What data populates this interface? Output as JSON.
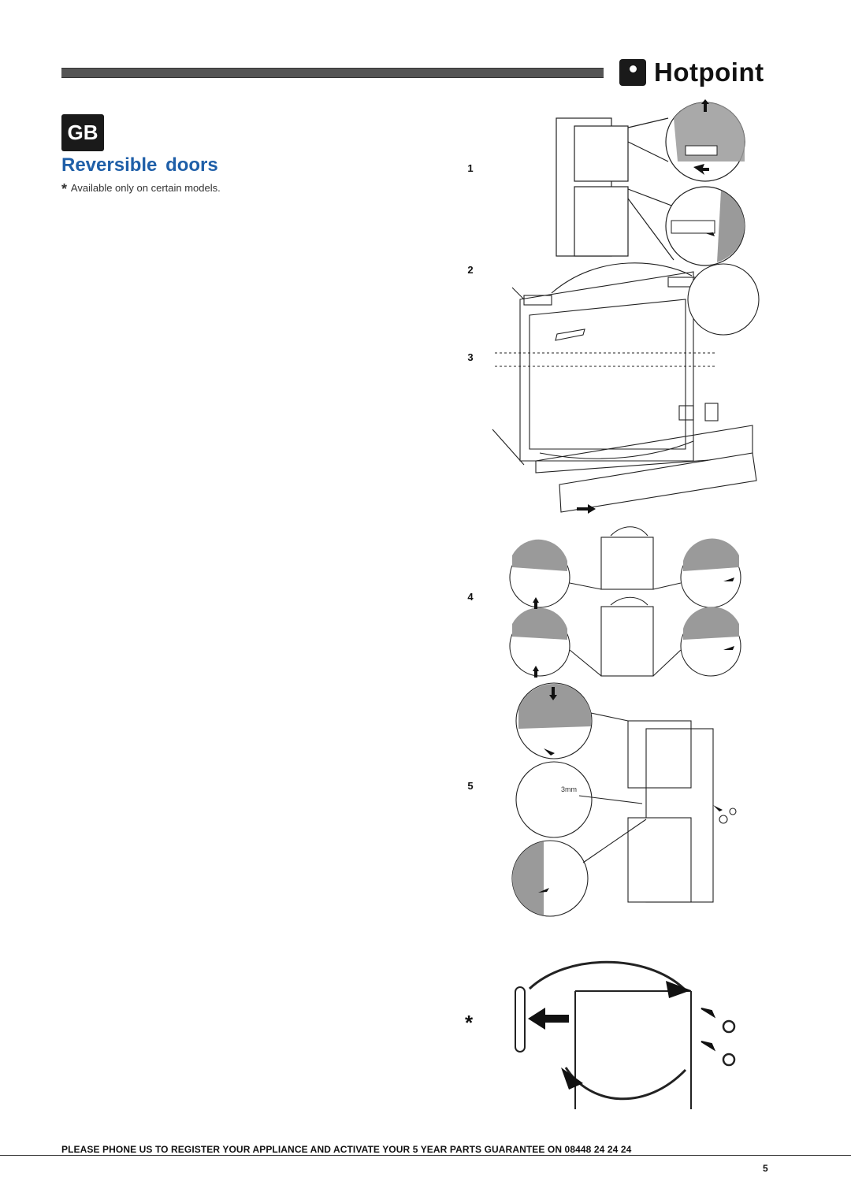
{
  "header": {
    "brand_name": "Hotpoint",
    "logo_icon": "hotpoint-logo-icon"
  },
  "language_badge": "GB",
  "title": "Reversible doors",
  "footnote": {
    "marker": "*",
    "text": "Available only on certain models."
  },
  "steps": [
    {
      "number": "1"
    },
    {
      "number": "2"
    },
    {
      "number": "3"
    },
    {
      "number": "4"
    },
    {
      "number": "5"
    },
    {
      "number": "*"
    }
  ],
  "figure_labels": {
    "drill_size": "3mm"
  },
  "footer": {
    "notice": "PLEASE PHONE US TO REGISTER YOUR APPLIANCE AND ACTIVATE YOUR 5 YEAR PARTS GUARANTEE ON 08448 24 24 24",
    "page_number": "5"
  },
  "colors": {
    "title": "#1f5fa8",
    "badge_bg": "#1a1a1a",
    "header_bar": "#555555",
    "diagram_fill": "#9a9a9a"
  }
}
